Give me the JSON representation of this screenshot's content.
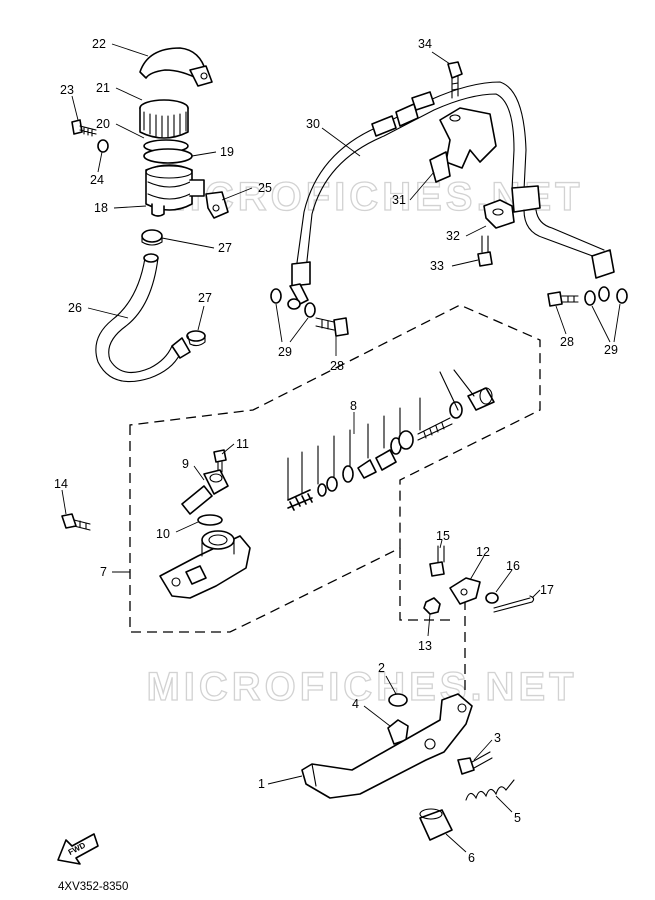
{
  "watermark": "MICROFICHES.NET",
  "diagram_code": "4XV352-8350",
  "fwd_label": "FWD",
  "callouts": {
    "c1": "1",
    "c2": "2",
    "c3": "3",
    "c4": "4",
    "c5": "5",
    "c6": "6",
    "c7": "7",
    "c8": "8",
    "c9": "9",
    "c10": "10",
    "c11": "11",
    "c12": "12",
    "c13": "13",
    "c14": "14",
    "c15": "15",
    "c16": "16",
    "c17": "17",
    "c18": "18",
    "c19": "19",
    "c20": "20",
    "c21": "21",
    "c22": "22",
    "c23": "23",
    "c24": "24",
    "c25": "25",
    "c26": "26",
    "c27a": "27",
    "c27b": "27",
    "c28a": "28",
    "c28b": "28",
    "c29a": "29",
    "c29b": "29",
    "c30": "30",
    "c31": "31",
    "c32": "32",
    "c33": "33",
    "c34": "34"
  }
}
